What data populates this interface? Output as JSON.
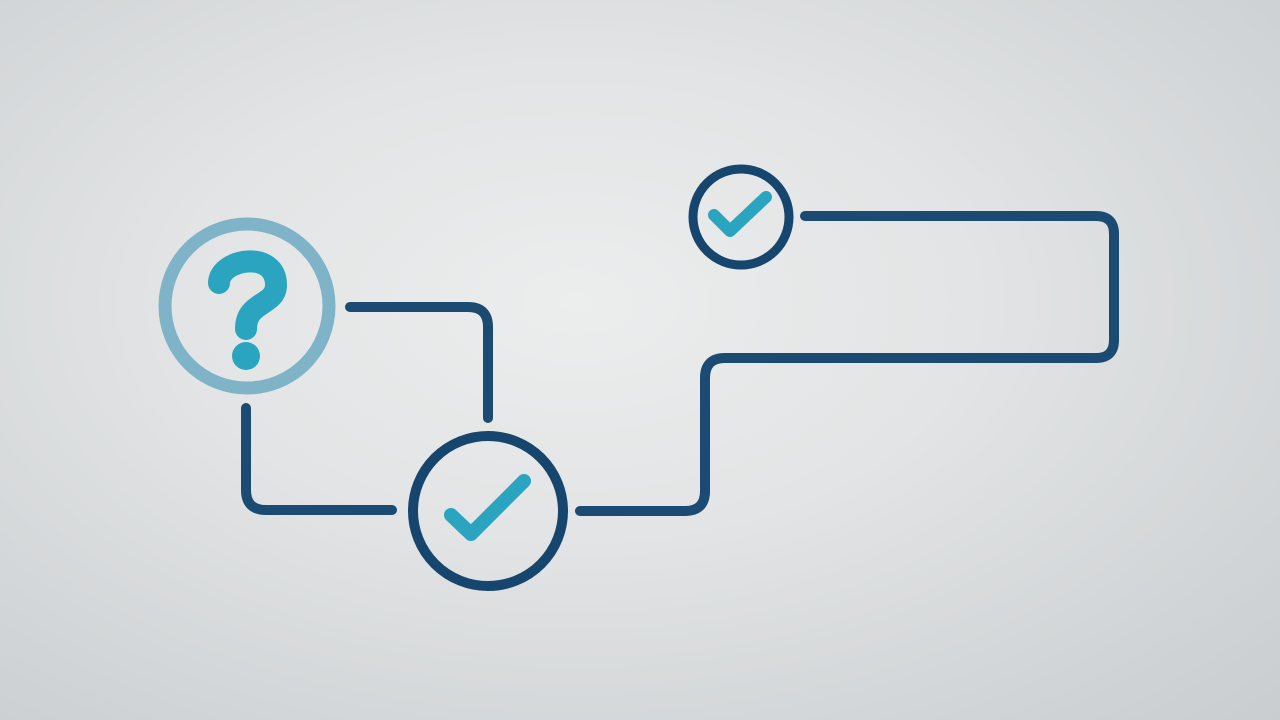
{
  "diagram": {
    "nodes": [
      {
        "id": "question",
        "kind": "question",
        "icon": "question-mark-icon",
        "state": "unresolved"
      },
      {
        "id": "check-main",
        "kind": "check",
        "icon": "checkmark-icon",
        "state": "done"
      },
      {
        "id": "check-upper",
        "kind": "check",
        "icon": "checkmark-icon",
        "state": "done"
      }
    ],
    "edges": [
      {
        "from": "question",
        "to": "check-main",
        "route": "over-top"
      },
      {
        "from": "question",
        "to": "check-main",
        "route": "under-bottom"
      },
      {
        "from": "check-main",
        "to": "check-upper",
        "route": "long-loop"
      }
    ]
  },
  "colors": {
    "path": "#1b4a72",
    "question_ring": "#7fb3c8",
    "accent": "#2ba5bf",
    "check_ring": "#16466e"
  }
}
